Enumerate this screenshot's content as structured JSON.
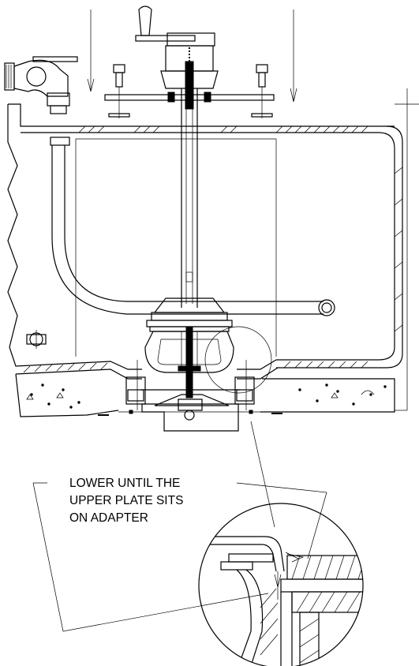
{
  "callout": {
    "line1": "LOWER UNTIL THE",
    "line2": "UPPER PLATE SITS",
    "line3": "ON ADAPTER"
  },
  "colors": {
    "ink": "#000000",
    "paper": "#ffffff"
  }
}
